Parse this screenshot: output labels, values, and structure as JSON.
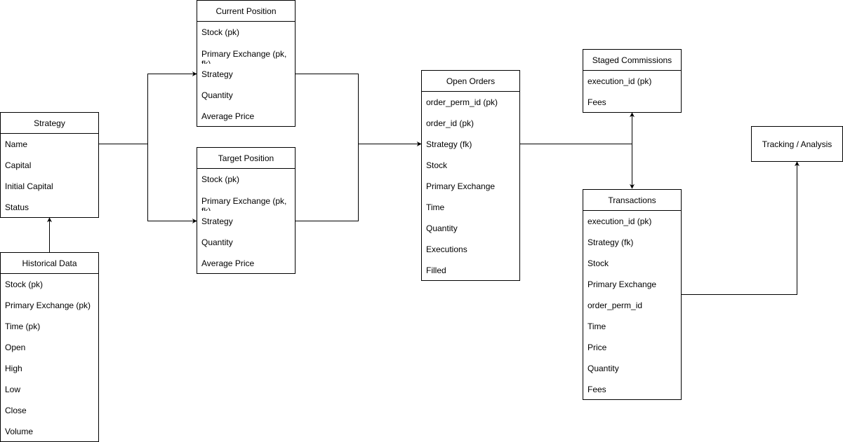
{
  "entities": {
    "strategy": {
      "title": "Strategy",
      "fields": [
        "Name",
        "Capital",
        "Initial Capital",
        "Status"
      ]
    },
    "historical_data": {
      "title": "Historical Data",
      "fields": [
        "Stock (pk)",
        "Primary Exchange (pk)",
        "Time (pk)",
        "Open",
        "High",
        "Low",
        "Close",
        "Volume"
      ]
    },
    "current_position": {
      "title": "Current Position",
      "fields": [
        "Stock (pk)",
        "Primary Exchange (pk, fk)",
        "Strategy",
        "Quantity",
        "Average Price"
      ]
    },
    "target_position": {
      "title": "Target Position",
      "fields": [
        "Stock (pk)",
        "Primary Exchange (pk, fk)",
        "Strategy",
        "Quantity",
        "Average Price"
      ]
    },
    "open_orders": {
      "title": "Open Orders",
      "fields": [
        "order_perm_id (pk)",
        "order_id (pk)",
        "Strategy (fk)",
        "Stock",
        "Primary Exchange",
        "Time",
        "Quantity",
        "Executions",
        "Filled"
      ]
    },
    "staged_commissions": {
      "title": "Staged Commissions",
      "fields": [
        "execution_id (pk)",
        "Fees"
      ]
    },
    "transactions": {
      "title": "Transactions",
      "fields": [
        "execution_id (pk)",
        "Strategy (fk)",
        "Stock",
        "Primary Exchange",
        "order_perm_id",
        "Time",
        "Price",
        "Quantity",
        "Fees"
      ]
    }
  },
  "tracking": {
    "label": "Tracking / Analysis"
  },
  "colors": {
    "line": "#000000",
    "background": "#ffffff"
  }
}
